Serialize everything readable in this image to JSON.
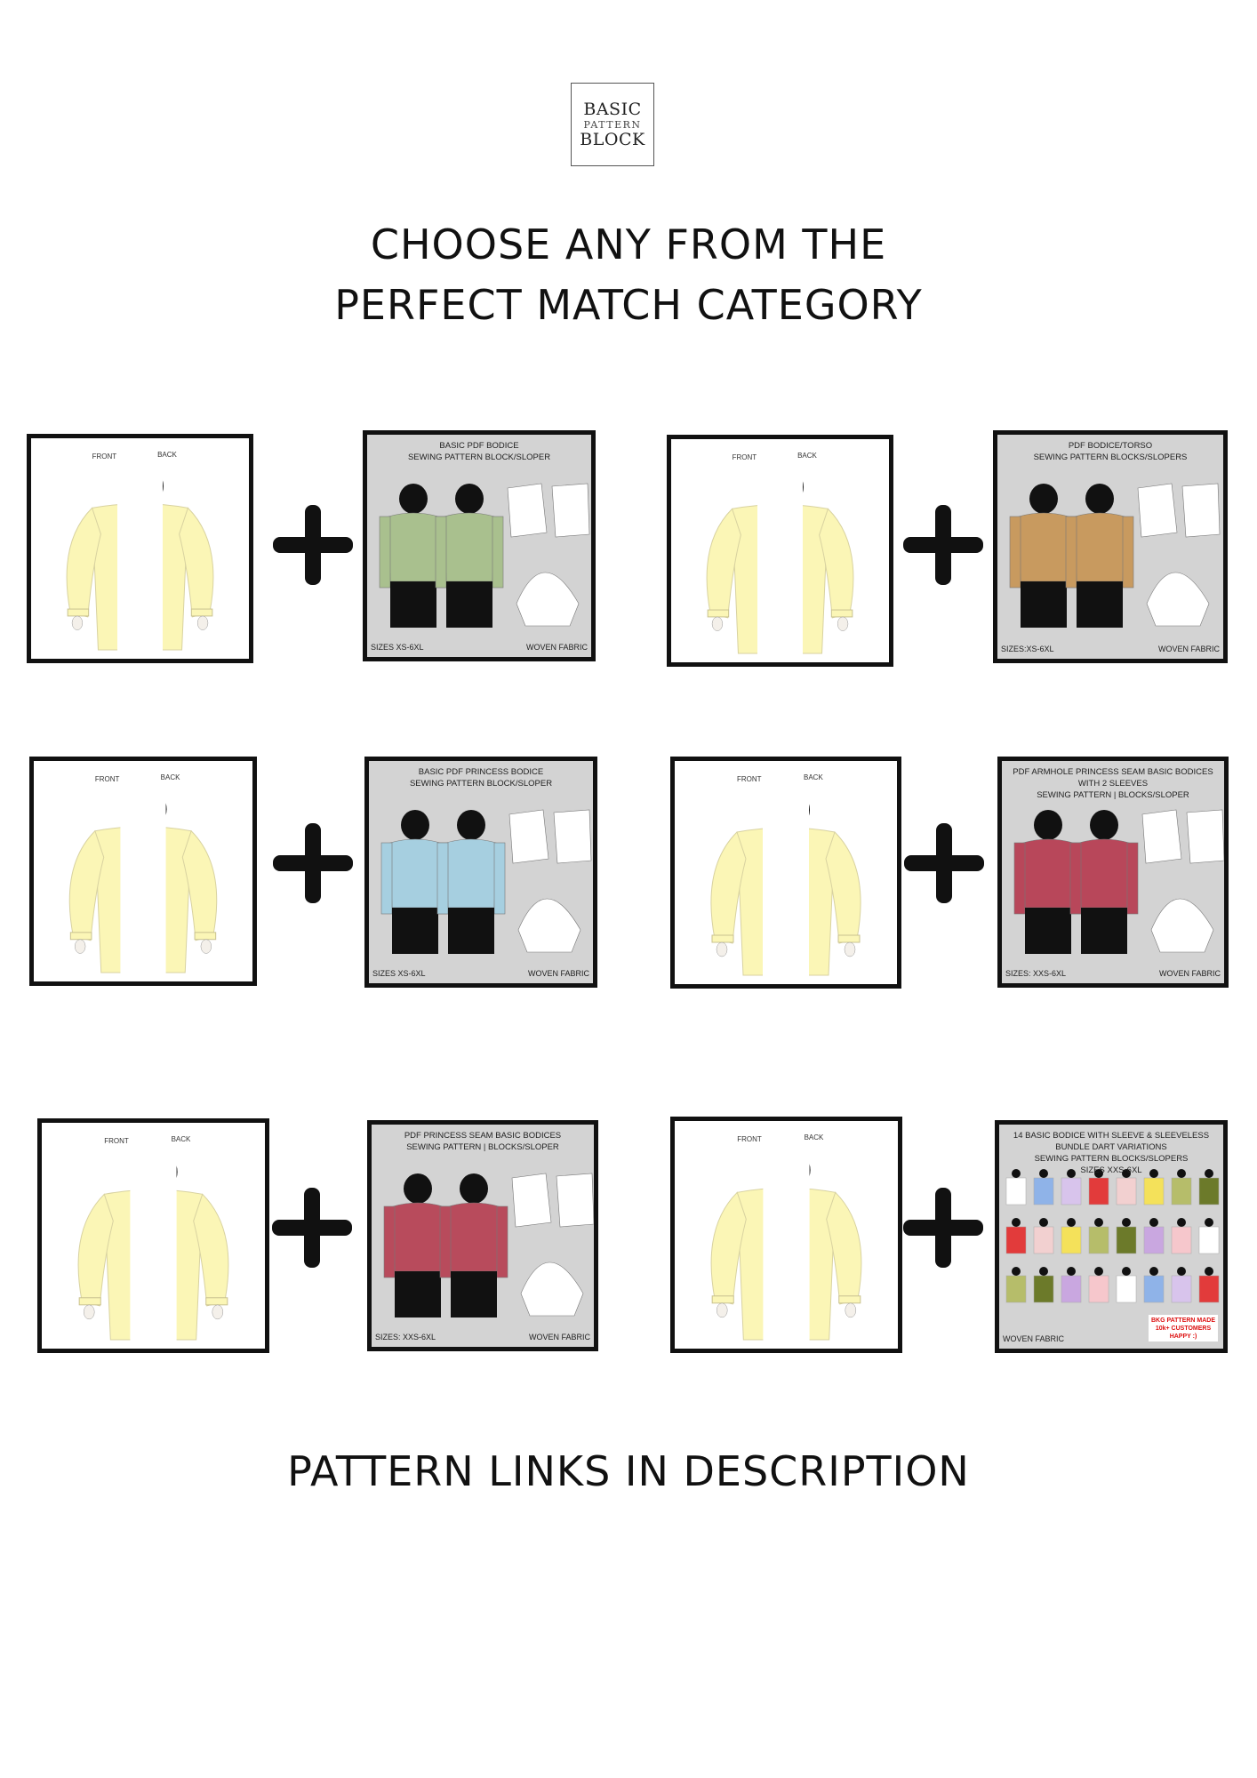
{
  "logo": {
    "line1": "BASIC",
    "line2": "PATTERN",
    "line3": "BLOCK"
  },
  "headline": {
    "line1": "CHOOSE ANY FROM THE",
    "line2": "PERFECT MATCH CATEGORY"
  },
  "footer": "PATTERN LINKS IN DESCRIPTION",
  "dress_labels": {
    "front": "FRONT",
    "back": "BACK"
  },
  "colors": {
    "dress": "#fbf6b6",
    "frame": "#111111",
    "cover_bg": "#d3d3d3"
  },
  "pairs": [
    {
      "cover": {
        "title": "BASIC PDF  BODICE\nSEWING PATTERN BLOCK/SLOPER",
        "sizes": "SIZES XS-6XL",
        "fabric": "WOVEN FABRIC",
        "color": "#a9c08e"
      }
    },
    {
      "cover": {
        "title": "PDF BODICE/TORSO\nSEWING PATTERN BLOCKS/SLOPERS",
        "sizes": "SIZES:XS-6XL",
        "fabric": "WOVEN FABRIC",
        "color": "#c89a5f"
      }
    },
    {
      "cover": {
        "title": "BASIC PDF PRINCESS  BODICE\nSEWING PATTERN BLOCK/SLOPER",
        "sizes": "SIZES XS-6XL",
        "fabric": "WOVEN FABRIC",
        "color": "#a6cfe0"
      }
    },
    {
      "cover": {
        "title": "PDF ARMHOLE PRINCESS SEAM BASIC BODICES\nWITH 2 SLEEVES\nSEWING PATTERN | BLOCKS/SLOPER",
        "sizes": "SIZES: XXS-6XL",
        "fabric": "WOVEN FABRIC",
        "color": "#b8475a"
      }
    },
    {
      "cover": {
        "title": "PDF PRINCESS SEAM BASIC BODICES\nSEWING PATTERN | BLOCKS/SLOPER",
        "sizes": "SIZES: XXS-6XL",
        "fabric": "WOVEN FABRIC",
        "color": "#b84b5c"
      }
    },
    {
      "cover": {
        "title": "14 BASIC BODICE WITH SLEEVE & SLEEVELESS\nBUNDLE DART VARIATIONS\nSEWING PATTERN BLOCKS/SLOPERS\nSIZES XXS-6XL",
        "sizes": "",
        "fabric": "WOVEN FABRIC",
        "color": "#888888",
        "badge": "BKG PATTERN MADE\n10k+ CUSTOMERS\nHAPPY :)"
      }
    }
  ]
}
